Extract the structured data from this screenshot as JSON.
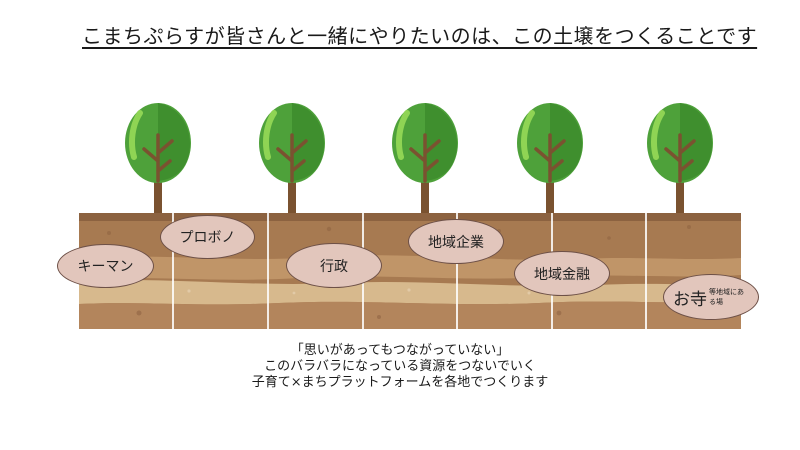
{
  "title": "こまちぷらすが皆さんと一緒にやりたいのは、この土壌をつくることです",
  "labels": {
    "keyman": "キーマン",
    "probono": "プロボノ",
    "gyosei": "行政",
    "chiiki_kigyo": "地域企業",
    "chiiki_kinyu": "地域金融",
    "otera_main": "お寺",
    "otera_sub": "等地域にある場"
  },
  "caption": {
    "line1": "「思いがあってもつながっていない」",
    "line2": "このバラバラになっている資源をつないでいく",
    "line3": "子育て×まちプラットフォームを各地でつくります"
  },
  "colors": {
    "pill_fill": "#e2c6bc",
    "pill_border": "#6d5047",
    "soil_top": "#a5774e",
    "soil_light_band": "#d7b98d",
    "soil_bottom": "#b3855c",
    "leaf_dark": "#3f9a2f",
    "leaf_light": "#7fc94a",
    "trunk": "#7a5230"
  },
  "icons": [
    "tree-icon",
    "soil-ground"
  ]
}
